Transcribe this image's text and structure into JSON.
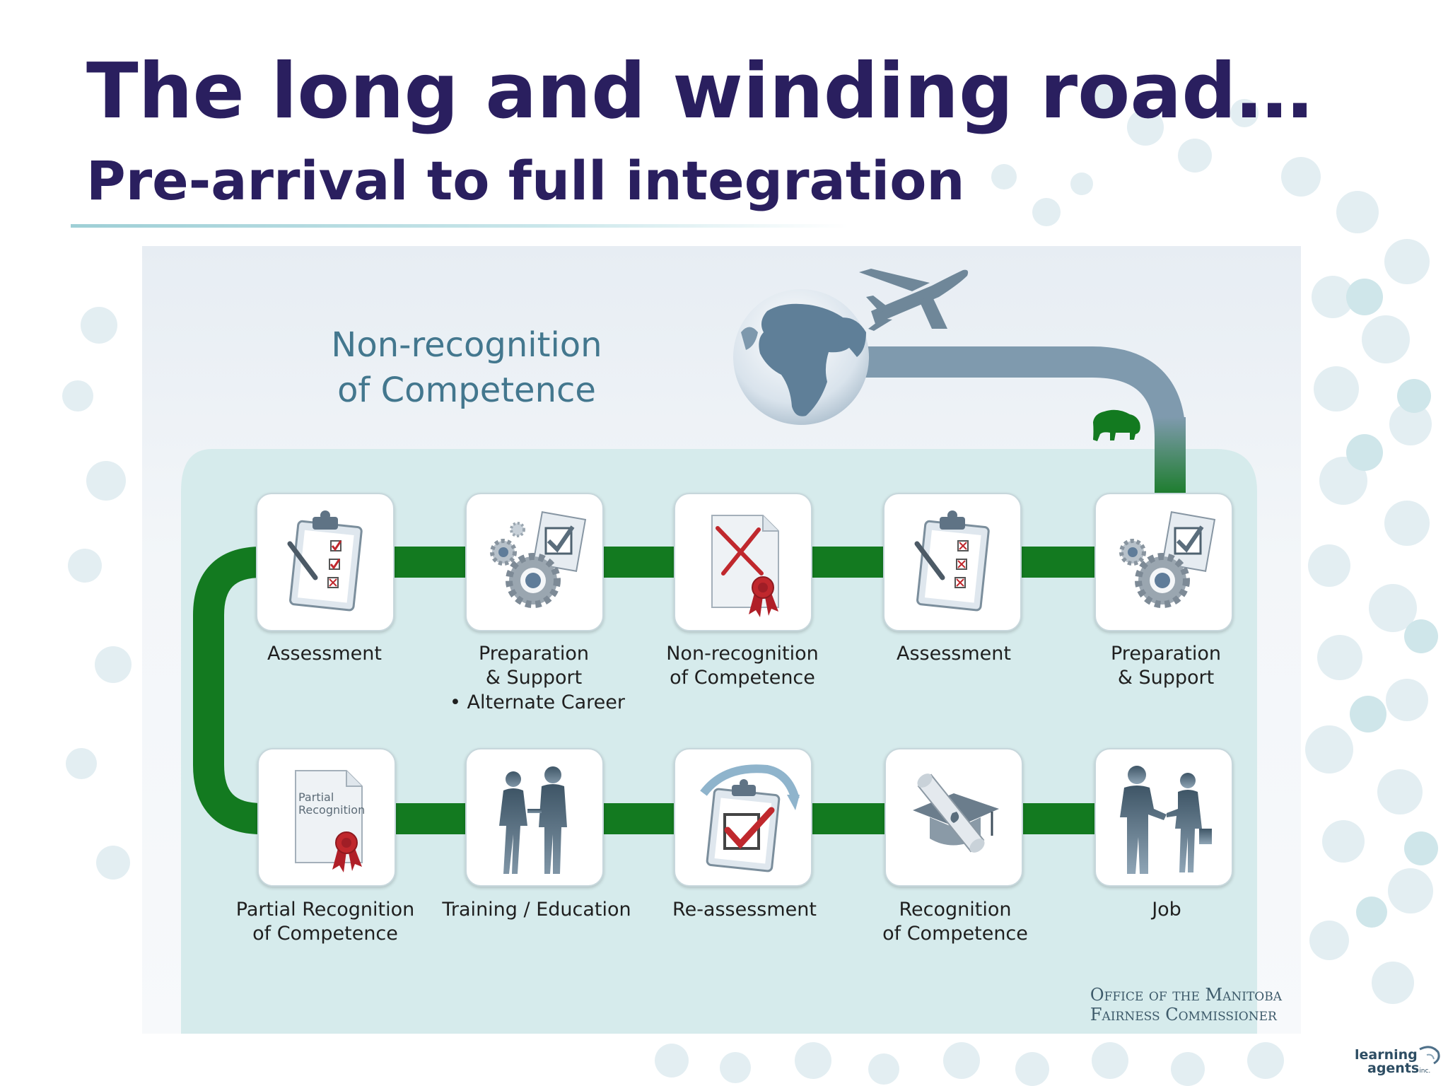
{
  "title": "The long and winding road…",
  "subtitle": "Pre-arrival to full integration",
  "diagram": {
    "big_label_line1": "Non-recognition",
    "big_label_line2": "of Competence",
    "top_row": [
      {
        "label_line1": "Assessment",
        "label_line2": "",
        "icon": "clipboard-checklist-icon"
      },
      {
        "label_line1": "Preparation",
        "label_line2": "& Support",
        "bullet": "• Alternate Career",
        "icon": "gears-check-icon"
      },
      {
        "label_line1": "Non-recognition",
        "label_line2": "of Competence",
        "icon": "rejected-document-icon"
      },
      {
        "label_line1": "Assessment",
        "label_line2": "",
        "icon": "clipboard-crossed-icon"
      },
      {
        "label_line1": "Preparation",
        "label_line2": "& Support",
        "icon": "gears-check-icon"
      }
    ],
    "bottom_row": [
      {
        "label_line1": "Partial Recognition",
        "label_line2": "of Competence",
        "icon": "partial-recognition-certificate-icon",
        "doc_text_line1": "Partial",
        "doc_text_line2": "Recognition"
      },
      {
        "label_line1": "Training / Education",
        "label_line2": "",
        "icon": "people-discussion-icon"
      },
      {
        "label_line1": "Re-assessment",
        "label_line2": "",
        "icon": "clipboard-reassessment-icon"
      },
      {
        "label_line1": "Recognition",
        "label_line2": "of Competence",
        "icon": "diploma-graduation-cap-icon"
      },
      {
        "label_line1": "Job",
        "label_line2": "",
        "icon": "handshake-icon"
      }
    ],
    "source_line1": "Office of the Manitoba",
    "source_line2": "Fairness Commissioner"
  },
  "brand": {
    "line1": "learning",
    "line2": "agents",
    "suffix": "inc."
  },
  "colors": {
    "title": "#2a1f5f",
    "road_green": "#137a20",
    "road_blue": "#7f9aae",
    "panel_teal": "#d6ebec",
    "big_label": "#43778e"
  }
}
